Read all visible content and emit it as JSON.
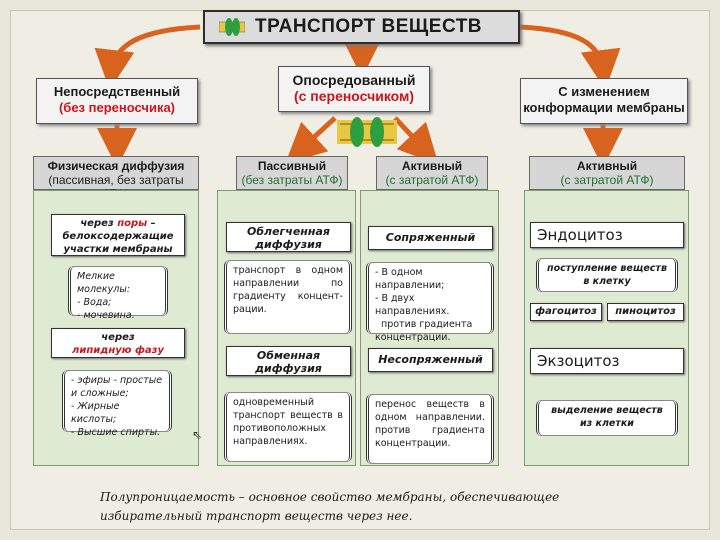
{
  "title": "ТРАНСПОРТ ВЕЩЕСТВ",
  "level1": {
    "direct": {
      "line1": "Непосредственный",
      "line2": "(без переносчика)"
    },
    "mediated": {
      "line1": "Опосредованный",
      "line2": "(с переносчиком)"
    },
    "conformation": {
      "line1": "С изменением",
      "line2": "конформации мембраны"
    }
  },
  "level2": {
    "physical": {
      "line1": "Физическая диффузия",
      "line2": "(пассивная, без затраты АТФ)"
    },
    "passive": {
      "line1": "Пассивный",
      "line2": "(без затраты АТФ)"
    },
    "active_mid": {
      "line1": "Активный",
      "line2": "(с затратой АТФ)"
    },
    "active_right": {
      "line1": "Активный",
      "line2": "(с затратой АТФ)"
    }
  },
  "physical_panel": {
    "pores_pre": "через ",
    "pores_red": "поры",
    "pores_post": " – белоксодержащие участки мембраны",
    "small_molecules": [
      "Мелкие молекулы:",
      "- Вода;",
      "- мочевина."
    ],
    "lipid_pre": "через",
    "lipid_red": "липидную фазу",
    "lipid_list": [
      "- эфиры - простые",
      "и сложные;",
      "- Жирные кислоты;",
      "- Высшие спирты."
    ]
  },
  "passive_panel": {
    "facilitated": "Облегченная диффузия",
    "facilitated_text": "транспорт в одном направлении по градиенту концент-рации.",
    "exchange": "Обменная диффузия",
    "exchange_text": "одновременный транспорт веществ в противоположных направлениях."
  },
  "active_panel": {
    "coupled": "Сопряженный",
    "coupled_text": [
      "- В одном направлении;",
      "- В двух направлениях.",
      "против градиента",
      "концентрации."
    ],
    "uncoupled": "Несопряженный",
    "uncoupled_text": "перенос веществ в одном направлении. против градиента концентрации."
  },
  "conformation_panel": {
    "endocytosis": "Эндоцитоз",
    "endocytosis_text": "поступление веществ в клетку",
    "phago": "фагоцитоз",
    "pino": "пиноцитоз",
    "exocytosis": "Экзоцитоз",
    "exocytosis_text": "выделение веществ из клетки"
  },
  "footer": "Полупроницаемость – основное свойство мембраны, обеспечивающее избирательный транспорт веществ через нее.",
  "colors": {
    "arrow": "#d8631e",
    "red": "#c8161c",
    "green": "#1f6f2f",
    "panel": "#dfead2"
  }
}
